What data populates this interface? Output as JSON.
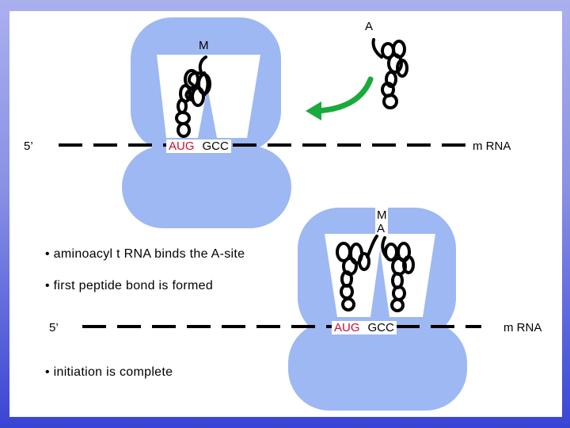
{
  "top_panel": {
    "amino_acid_label_p_site": "M",
    "amino_acid_label_incoming": "A",
    "five_prime": "5’",
    "codon_start": "AUG",
    "codon_next": "GCC",
    "mrna_label": "m RNA"
  },
  "bullets": [
    "• aminoacyl t RNA binds the A-site",
    "• first peptide bond is formed",
    "• initiation is complete"
  ],
  "bottom_panel": {
    "peptide_label_m": "M",
    "peptide_label_a": "A",
    "five_prime": "5’",
    "codon_start": "AUG",
    "codon_next": "GCC",
    "mrna_label": "m RNA"
  },
  "colors": {
    "ribosome": "#9db8f2",
    "start_codon": "#c8102e",
    "arrow": "#1aaa3c",
    "trna": "#000000"
  }
}
